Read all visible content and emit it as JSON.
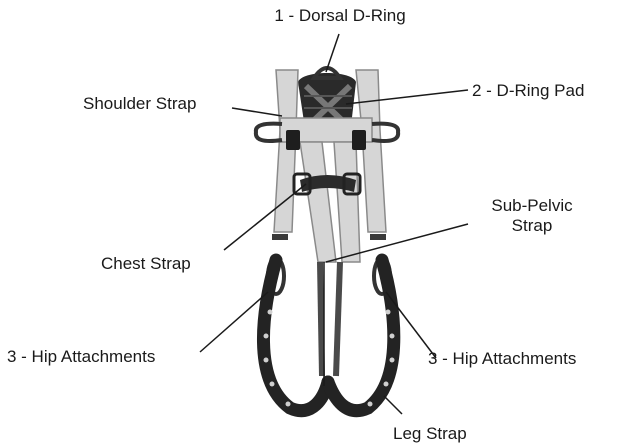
{
  "labels": {
    "dorsal_d_ring": "1 - Dorsal D-Ring",
    "d_ring_pad": "2 - D-Ring Pad",
    "shoulder_strap": "Shoulder Strap",
    "sub_pelvic_line1": "Sub-Pelvic",
    "sub_pelvic_line2": "Strap",
    "chest_strap": "Chest Strap",
    "hip_attachments_left": "3 - Hip Attachments",
    "hip_attachments_right": "3 - Hip Attachments",
    "leg_strap": "Leg Strap"
  }
}
